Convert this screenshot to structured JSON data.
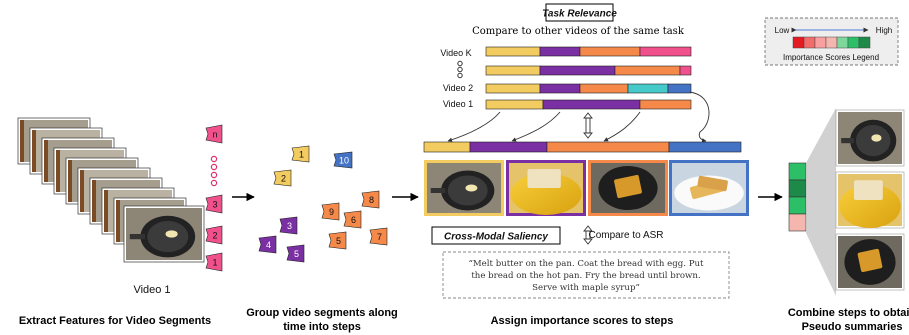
{
  "colors": {
    "yellow": "#F2CC60",
    "purple": "#7A2FA3",
    "orange": "#F5894A",
    "pink": "#F0508C",
    "teal": "#45C9C9",
    "blue": "#4472C4",
    "darkgreen": "#1E8A4A",
    "green": "#2DBE68",
    "lightgreen": "#7FD89B",
    "lightpink": "#F6B6B0",
    "red": "#E31B23",
    "coral": "#F26C6C",
    "salmon": "#F8A0A0",
    "gray": "#E6E6E6"
  },
  "stage1": {
    "video_label": "Video 1",
    "caption": "Extract Features for Video Segments",
    "segment_tags": [
      "n",
      "3",
      "2",
      "1"
    ]
  },
  "stage2": {
    "caption_line1": "Group video segments along",
    "caption_line2": "time into steps",
    "tags": [
      "1",
      "2",
      "10",
      "3",
      "4",
      "5",
      "9",
      "6",
      "8",
      "5",
      "7"
    ]
  },
  "stage3": {
    "task_relevance_title": "Task Relevance",
    "task_relevance_sub": "Compare to other videos of the same task",
    "video_labels": [
      "Video K",
      "Video 2",
      "Video 1"
    ],
    "cross_modal_title": "Cross-Modal Saliency",
    "compare_asr": "Compare to ASR",
    "asr_text_lines": [
      "“Melt butter on the pan. Coat the bread with egg. Put",
      "the bread on the  hot pan. Fry the bread until brown.",
      "Serve with maple syrup”"
    ],
    "caption": "Assign importance scores to steps"
  },
  "legend": {
    "low": "Low",
    "high": "High",
    "title": "Importance Scores Legend"
  },
  "stage4": {
    "caption_line1": "Combine steps to obtain",
    "caption_line2": "Pseudo summaries"
  }
}
